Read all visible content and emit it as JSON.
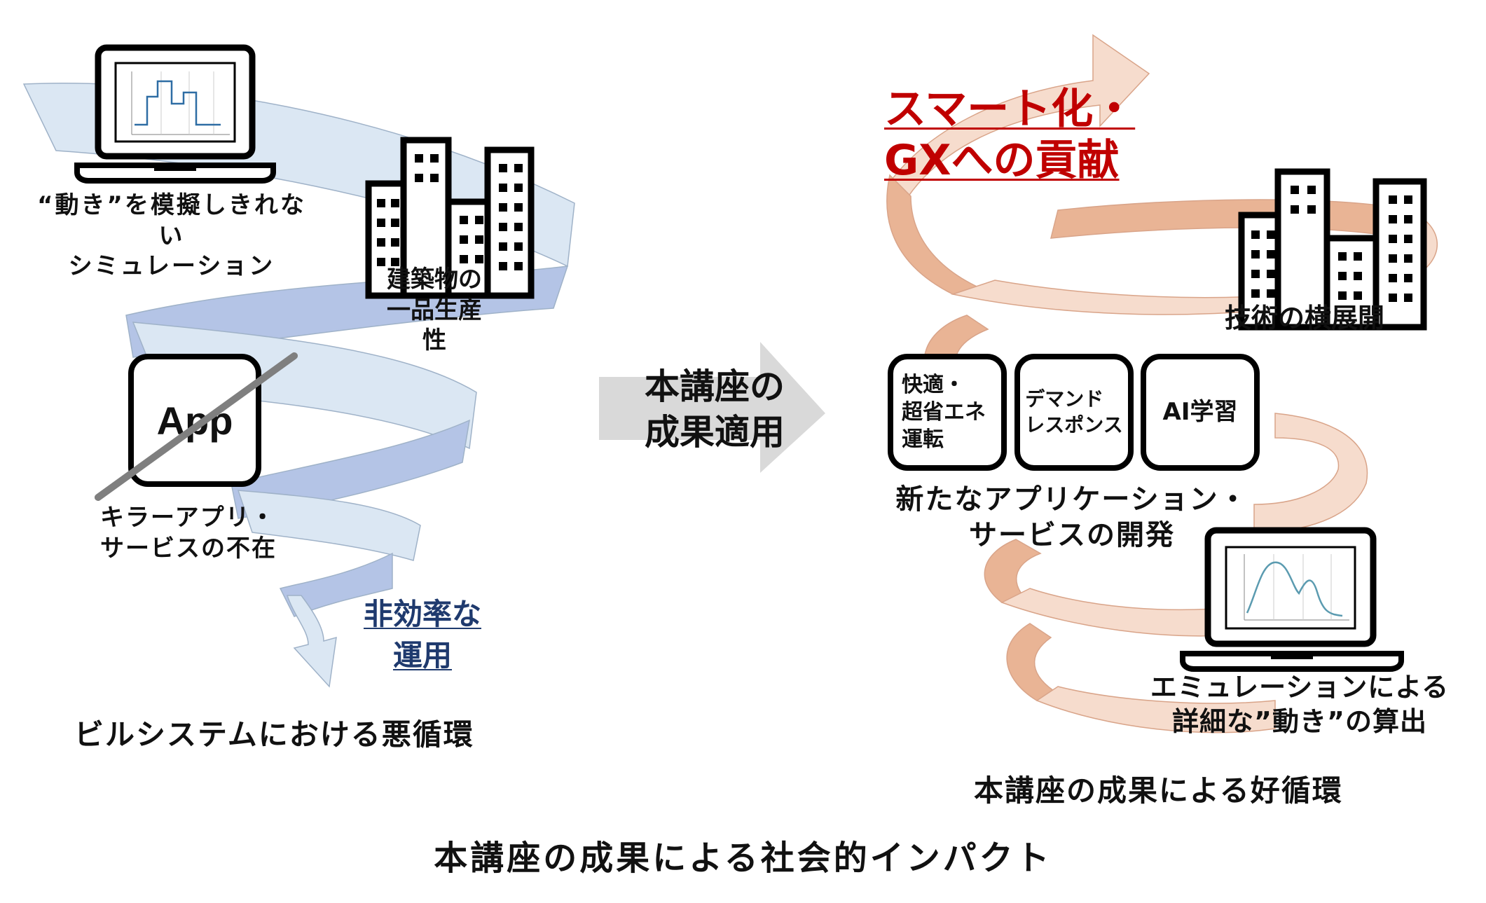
{
  "left_panel": {
    "sim_label": "“動き”を模擬しきれない\nシミュレーション",
    "building_label": "建築物の\n一品生産性",
    "app_label": "App",
    "killer_app_label": "キラーアプリ・\nサービスの不在",
    "inefficient_label_line1": "非効率な",
    "inefficient_label_line2": "運用",
    "caption": "ビルシステムにおける悪循環"
  },
  "center_arrow": {
    "line1": "本講座の",
    "line2": "成果適用"
  },
  "right_panel": {
    "title_line1": "スマート化・",
    "title_line2": "GXへの貢献",
    "tech_label": "技術の横展開",
    "boxes": [
      {
        "label": "快適・\n超省エネ\n運転"
      },
      {
        "label": "デマンド\nレスポンス"
      },
      {
        "label": "AI学習"
      }
    ],
    "new_app_label": "新たなアプリケーション・\nサービスの開発",
    "emulation_label": "エミュレーションによる\n詳細な”動き”の算出",
    "caption": "本講座の成果による好循環"
  },
  "footer": "本講座の成果による社会的インパクト",
  "colors": {
    "blue_ribbon_light": "#dbe7f3",
    "blue_ribbon_dark": "#b4c4e6",
    "orange_ribbon_light": "#f6dccd",
    "orange_ribbon_dark": "#e9b495",
    "arrow_gray": "#d9d9d9",
    "accent_red": "#c00000",
    "accent_blue": "#1f3a6e"
  },
  "icons": {
    "laptop_left": "laptop-chart-icon",
    "buildings_left": "buildings-icon",
    "buildings_right": "buildings-icon",
    "laptop_right": "laptop-chart-icon",
    "arrow": "right-arrow-icon"
  }
}
